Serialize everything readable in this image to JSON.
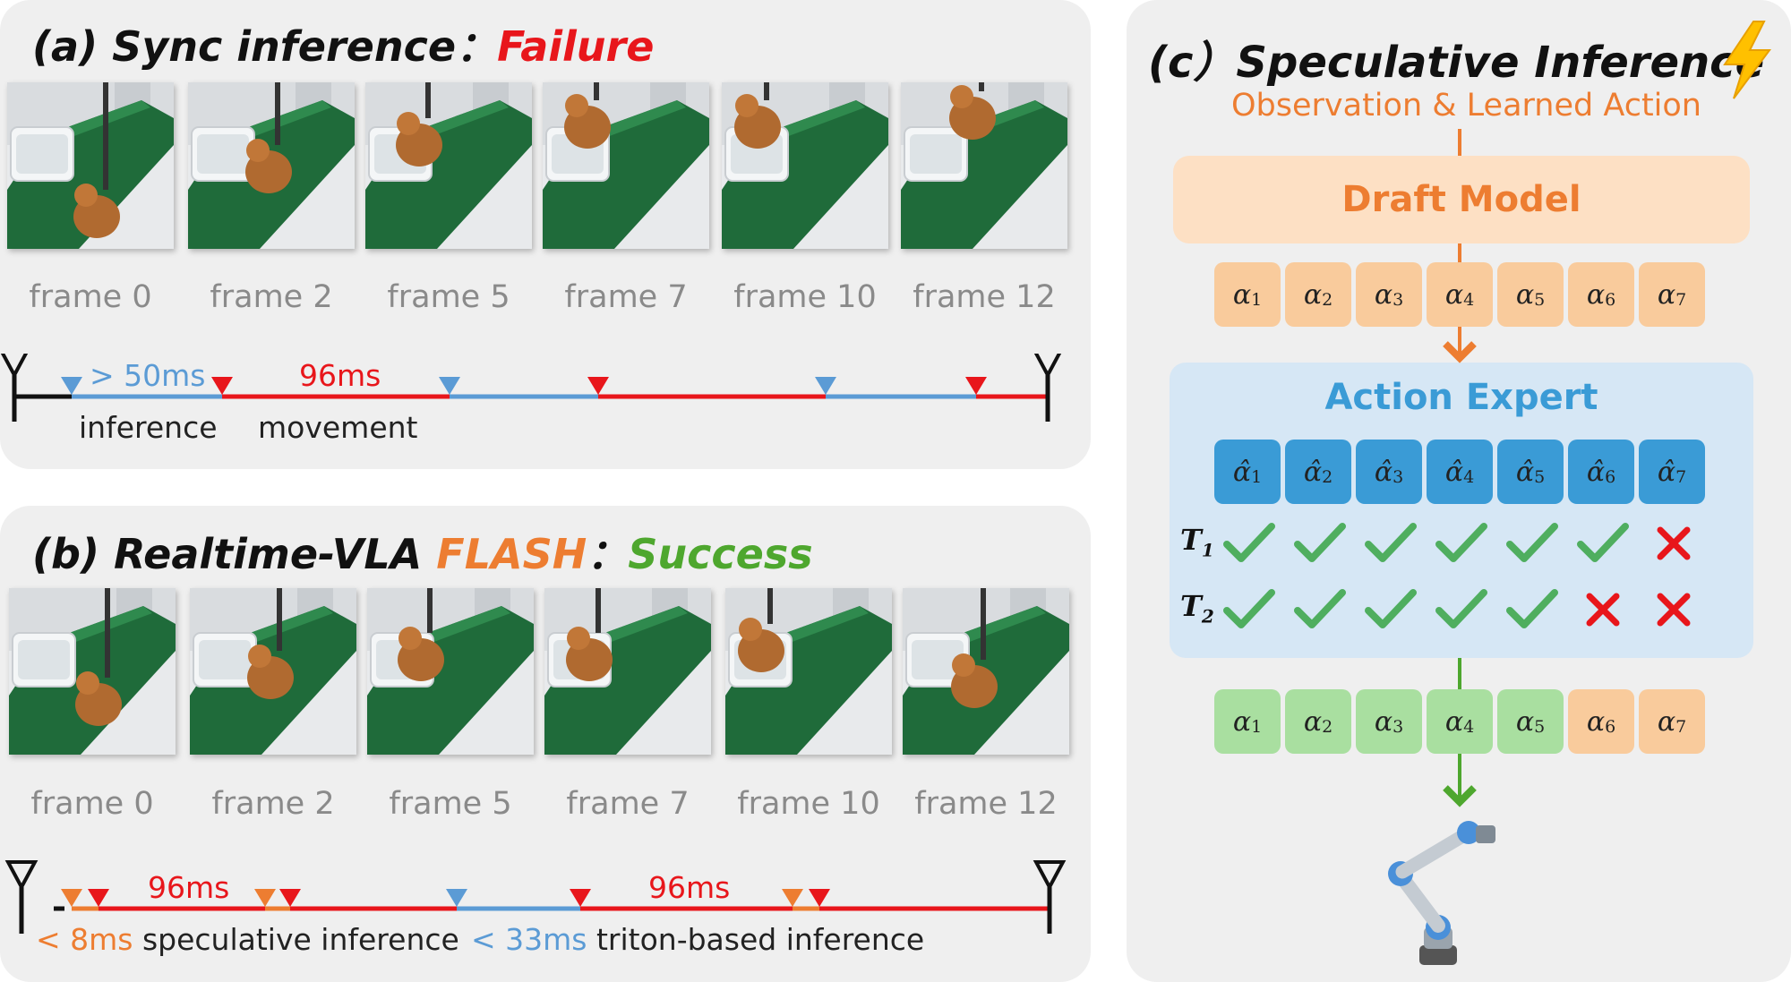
{
  "panel_a": {
    "title_prefix": "(a) Sync inference：",
    "title_status": "Failure",
    "frames": [
      "frame 0",
      "frame 2",
      "frame 5",
      "frame 7",
      "frame 10",
      "frame 12"
    ],
    "timeline": {
      "inference_time": "> 50ms",
      "movement_time": "96ms",
      "inference_label": "inference",
      "movement_label": "movement"
    }
  },
  "panel_b": {
    "title_prefix": "(b) Realtime-VLA ",
    "title_method": "FLASH",
    "title_colon": "：",
    "title_status": "Success",
    "frames": [
      "frame 0",
      "frame 2",
      "frame 5",
      "frame 7",
      "frame 10",
      "frame 12"
    ],
    "timeline": {
      "movement_time_1": "96ms",
      "movement_time_2": "96ms",
      "spec_time": "< 8ms",
      "spec_label": " speculative inference",
      "triton_time": "< 33ms",
      "triton_label": " triton-based inference"
    }
  },
  "panel_c": {
    "title": "(c）Speculative Inference",
    "input_label": "Observation & Learned Action",
    "draft_model": "Draft Model",
    "action_expert": "Action Expert",
    "draft_tokens": [
      "1",
      "2",
      "3",
      "4",
      "5",
      "6",
      "7"
    ],
    "expert_tokens": [
      "1",
      "2",
      "3",
      "4",
      "5",
      "6",
      "7"
    ],
    "rows": [
      {
        "label": "T",
        "sub": "1",
        "marks": [
          "check",
          "check",
          "check",
          "check",
          "check",
          "check",
          "cross"
        ]
      },
      {
        "label": "T",
        "sub": "2",
        "marks": [
          "check",
          "check",
          "check",
          "check",
          "check",
          "cross",
          "cross"
        ]
      }
    ],
    "output_tokens": [
      {
        "sub": "1",
        "state": "accepted"
      },
      {
        "sub": "2",
        "state": "accepted"
      },
      {
        "sub": "3",
        "state": "accepted"
      },
      {
        "sub": "4",
        "state": "accepted"
      },
      {
        "sub": "5",
        "state": "accepted"
      },
      {
        "sub": "6",
        "state": "draft"
      },
      {
        "sub": "7",
        "state": "draft"
      }
    ]
  },
  "colors": {
    "red": "#e8161b",
    "blue": "#5b9bd5",
    "orange": "#ed7d31",
    "green": "#4ea72e",
    "draft_fill": "#fde0c4",
    "expert_fill": "#d6e7f5"
  }
}
